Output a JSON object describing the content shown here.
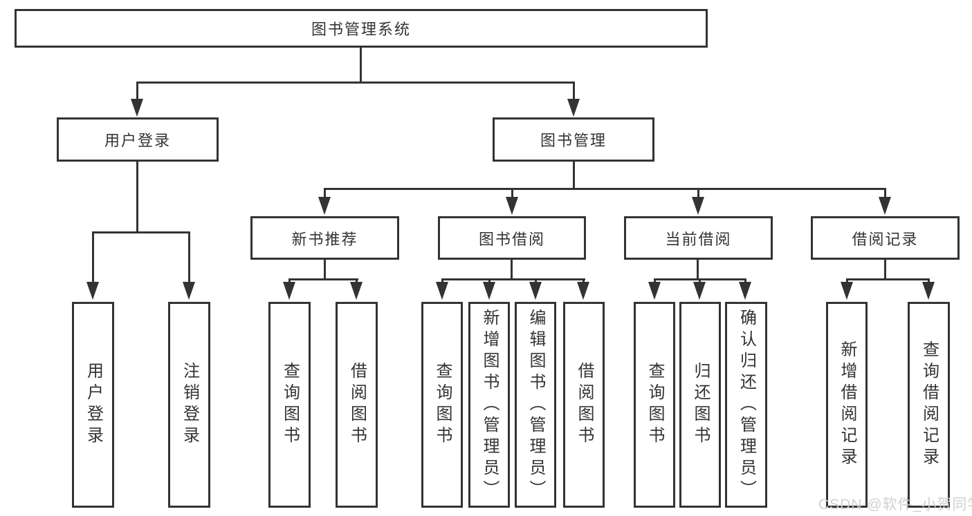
{
  "watermark": "CSDN @软件_小贺同学",
  "colors": {
    "line": "#333333",
    "text": "#333333",
    "background": "#ffffff",
    "watermark_gray": "#cdcdcd"
  },
  "tree": {
    "root": "图书管理系统",
    "l1": [
      {
        "label": "用户登录",
        "children": [
          "用户登录",
          "注销登录"
        ]
      },
      {
        "label": "图书管理",
        "children": [
          {
            "label": "新书推荐",
            "children": [
              "查询图书",
              "借阅图书"
            ]
          },
          {
            "label": "图书借阅",
            "children": [
              "查询图书",
              "新增图书（管理员）",
              "编辑图书（管理员）",
              "借阅图书"
            ]
          },
          {
            "label": "当前借阅",
            "children": [
              "查询图书",
              "归还图书",
              "确认归还（管理员）"
            ]
          },
          {
            "label": "借阅记录",
            "children": [
              "新增借阅记录",
              "查询借阅记录"
            ]
          }
        ]
      }
    ]
  }
}
